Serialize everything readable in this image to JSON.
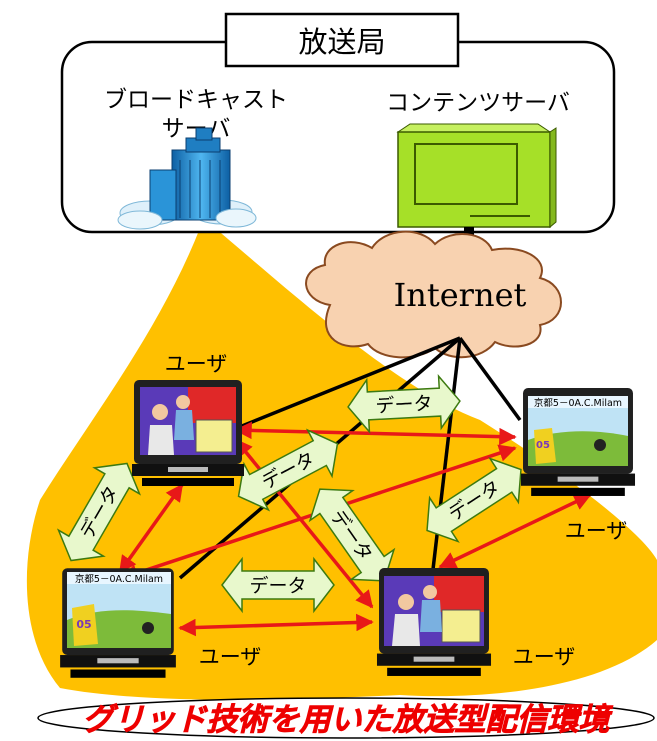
{
  "station": {
    "title": "放送局",
    "broadcast_server_line1": "ブロードキャスト",
    "broadcast_server_line2": "サーバ",
    "content_server": "コンテンツサーバ"
  },
  "network": {
    "cloud_label": "Internet"
  },
  "users": {
    "top_left": "ユーザ",
    "right": "ユーザ",
    "bottom_left": "ユーザ",
    "bottom_center": "ユーザ"
  },
  "screens": {
    "match_caption": "京都5－0A.C.Milam",
    "jersey_number": "05"
  },
  "data_arrows": {
    "top": "データ",
    "center_left": "データ",
    "center_right": "データ",
    "right": "データ",
    "left_vertical": "データ",
    "bottom": "データ"
  },
  "footer": {
    "title": "グリッド技術を用いた放送型配信環境"
  },
  "colors": {
    "cone": "#ffc000",
    "grid_arrow": "#e81818",
    "data_arrow_fill": "#e8f8cc",
    "data_arrow_stroke": "#3d7a10",
    "cloud": "#f8d2b0",
    "server": "#a6e028",
    "building": "#2e9fe0",
    "footer_text": "#ee0000"
  },
  "icons": {
    "broadcast_server": "office-building-icon",
    "content_server": "computer-server-icon",
    "network": "cloud-icon",
    "user_terminal": "crt-monitor-icon"
  }
}
